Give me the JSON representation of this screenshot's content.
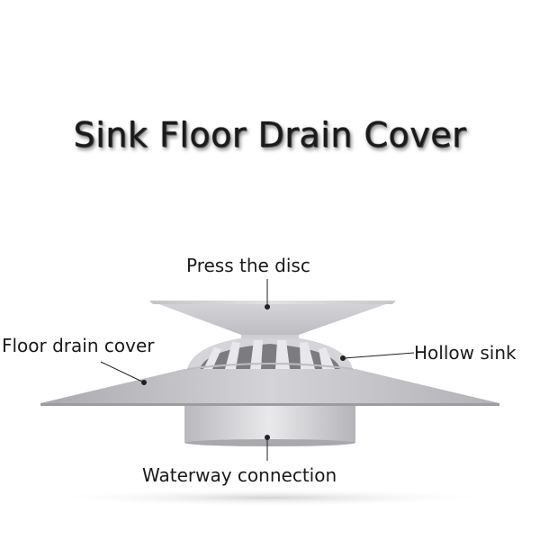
{
  "title": "Sink Floor Drain Cover",
  "labels": {
    "press_disc": "Press the disc",
    "floor_cover": "Floor drain cover",
    "hollow_sink": "Hollow sink",
    "waterway": "Waterway connection"
  }
}
